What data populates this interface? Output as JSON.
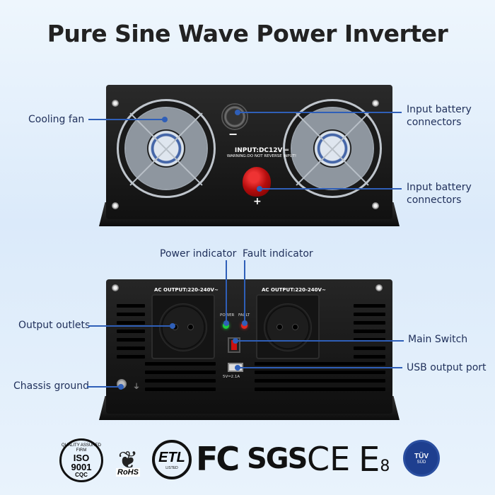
{
  "title": "Pure Sine Wave Power Inverter",
  "callouts": {
    "cooling_fan": "Cooling fan",
    "input_negative": "Input battery\nconnectors",
    "input_positive": "Input battery\nconnectors",
    "power_indicator": "Power indicator",
    "fault_indicator": "Fault indicator",
    "output_outlets": "Output outlets",
    "main_switch": "Main Switch",
    "usb_port": "USB output port",
    "chassis_ground": "Chassis ground"
  },
  "panel_text": {
    "input": "INPUT:DC12V ═",
    "warning": "WARNING:DO NOT REVERSE INPUT!",
    "neg_sign": "−",
    "pos_sign": "+",
    "ac_output_left": "AC OUTPUT:220-240V~",
    "ac_output_right": "AC OUTPUT:220-240V~",
    "power_led": "POWER",
    "fault_led": "FAULT",
    "usb_spec": "5V⎓2.1A"
  },
  "certifications": {
    "iso": "ISO\n9001",
    "iso_ring": "QUALITY ASSURED FIRM",
    "cqc": "CQC",
    "rohs": "RoHS",
    "etl": "ETL",
    "etl_listed": "LISTED",
    "fc": "FC",
    "sgs": "SGS",
    "ce": "CE",
    "e8": "E",
    "e8_num": "8",
    "tuv": "TÜV",
    "tuv_sub": "SÜD"
  },
  "colors": {
    "callout_line": "#2f5fb8",
    "label_text": "#1f2f5a",
    "power_led": "#1ecb3c",
    "fault_led": "#e0261f"
  }
}
